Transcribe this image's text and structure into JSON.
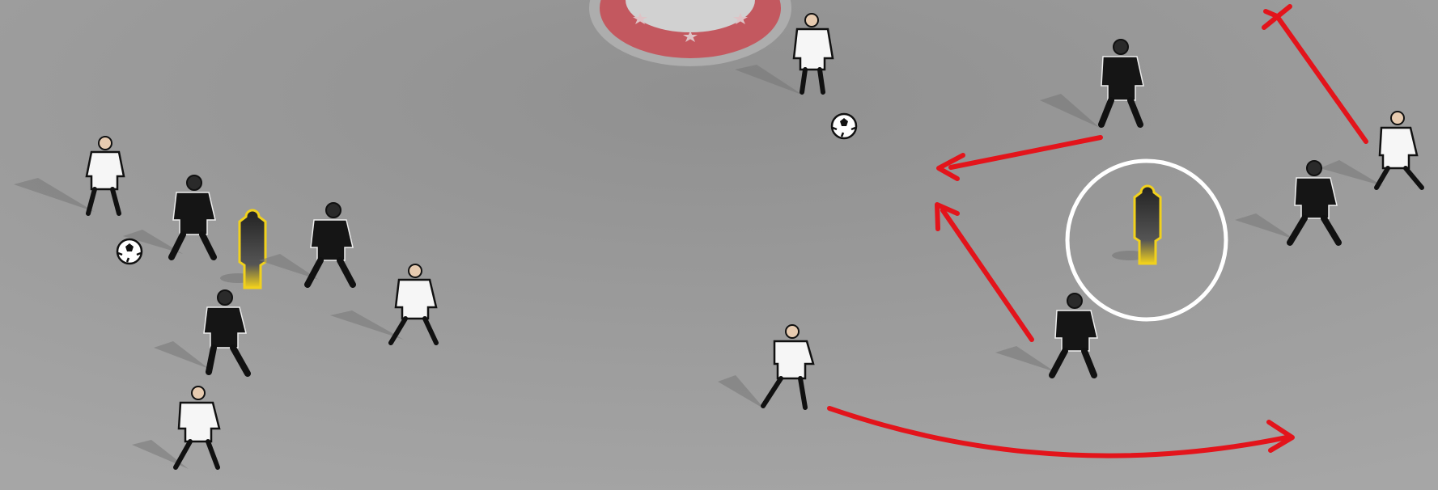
{
  "diagram": {
    "background": "#a2a2a2",
    "colors": {
      "run_arrow": "#e3141b",
      "white_kit": "#f6f6f6",
      "black_kit": "#151515",
      "mannequin": "#f1d11c",
      "highlight_ring": "#ffffff",
      "logo": "#c9525a"
    },
    "players": [
      {
        "team": "white",
        "role": "player"
      },
      {
        "team": "white",
        "role": "player-on-ball"
      },
      {
        "team": "white",
        "role": "player"
      },
      {
        "team": "white",
        "role": "player"
      },
      {
        "team": "white",
        "role": "player"
      },
      {
        "team": "white",
        "role": "player"
      },
      {
        "team": "black",
        "role": "player"
      },
      {
        "team": "black",
        "role": "player"
      },
      {
        "team": "black",
        "role": "player"
      },
      {
        "team": "black",
        "role": "player"
      },
      {
        "team": "black",
        "role": "player"
      },
      {
        "team": "black",
        "role": "player"
      }
    ],
    "mannequins": [
      {
        "highlighted": false
      },
      {
        "highlighted": true
      }
    ],
    "balls": 2,
    "arrows": [
      {
        "kind": "run",
        "head": "arrow"
      },
      {
        "kind": "run",
        "head": "arrow"
      },
      {
        "kind": "run",
        "head": "arrow"
      },
      {
        "kind": "run",
        "head": "bar"
      }
    ],
    "logo_icon": "star-badge-icon"
  }
}
